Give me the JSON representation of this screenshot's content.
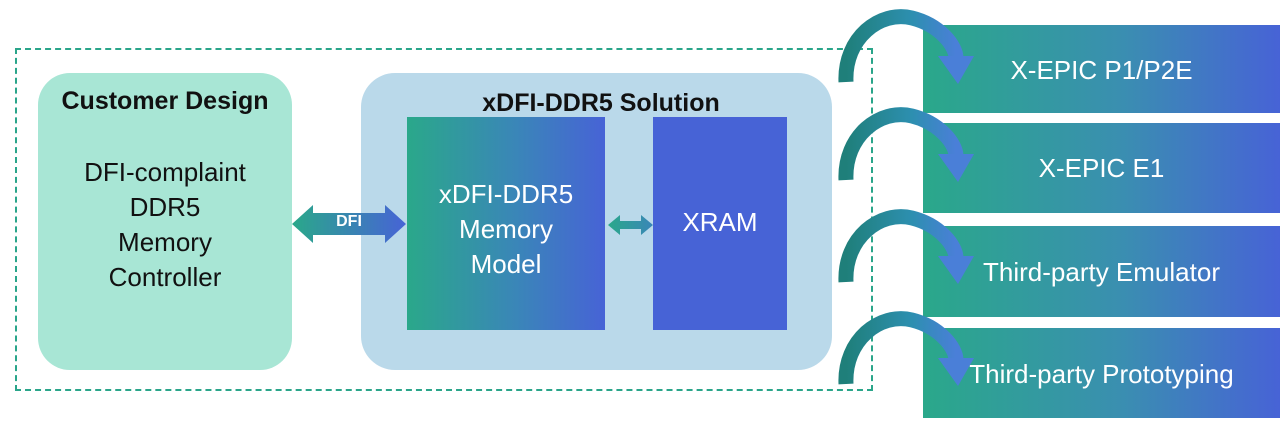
{
  "customer": {
    "title": "Customer Design",
    "lines": [
      "DFI-complaint",
      "DDR5",
      "Memory",
      "Controller"
    ]
  },
  "solution": {
    "title": "xDFI-DDR5 Solution",
    "model_lines": [
      "xDFI-DDR5",
      "Memory",
      "Model"
    ],
    "xram": "XRAM"
  },
  "interface": {
    "label": "DFI"
  },
  "targets": [
    {
      "label": "X-EPIC P1/P2E"
    },
    {
      "label": "X-EPIC E1"
    },
    {
      "label": "Third-party Emulator"
    },
    {
      "label": "Third-party Prototyping"
    }
  ],
  "colors": {
    "customer_fill": "#a8e6d5",
    "solution_fill": "#bad9ea",
    "teal": "#2aa88a",
    "blue": "#4763d6",
    "dashed_border": "#2aa58a"
  }
}
